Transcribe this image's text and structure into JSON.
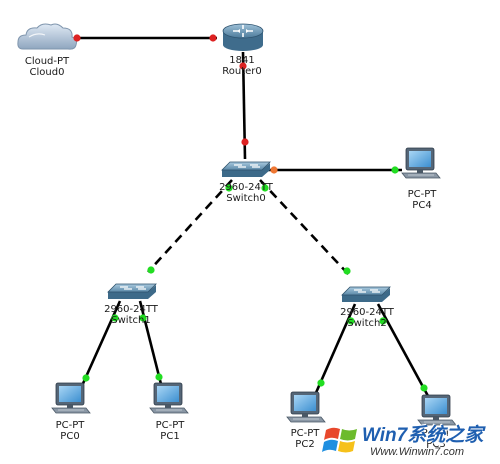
{
  "devices": {
    "cloud0": {
      "type_label": "Cloud-PT",
      "name": "Cloud0",
      "icon": "cloud-icon"
    },
    "router0": {
      "type_label": "1841",
      "name": "Router0",
      "icon": "router-icon"
    },
    "switch0": {
      "type_label": "2960-24TT",
      "name": "Switch0",
      "icon": "switch-icon"
    },
    "switch1": {
      "type_label": "2960-24TT",
      "name": "Switch1",
      "icon": "switch-icon"
    },
    "switch2": {
      "type_label": "2960-24TT",
      "name": "Switch2",
      "icon": "switch-icon"
    },
    "pc4": {
      "type_label": "PC-PT",
      "name": "PC4",
      "icon": "pc-icon"
    },
    "pc0": {
      "type_label": "PC-PT",
      "name": "PC0",
      "icon": "pc-icon"
    },
    "pc1": {
      "type_label": "PC-PT",
      "name": "PC1",
      "icon": "pc-icon"
    },
    "pc2": {
      "type_label": "PC-PT",
      "name": "PC2",
      "icon": "pc-icon"
    },
    "pc3": {
      "type_label": "PC-PT",
      "name": "PC3",
      "icon": "pc-icon"
    }
  },
  "links": [
    {
      "from": "cloud0",
      "to": "router0",
      "style": "solid",
      "from_status": "down",
      "to_status": "down"
    },
    {
      "from": "router0",
      "to": "switch0",
      "style": "solid",
      "from_status": "down",
      "to_status": "down"
    },
    {
      "from": "switch0",
      "to": "pc4",
      "style": "solid",
      "from_status": "pending",
      "to_status": "up"
    },
    {
      "from": "switch0",
      "to": "switch1",
      "style": "dashed",
      "from_status": "up",
      "to_status": "up"
    },
    {
      "from": "switch0",
      "to": "switch2",
      "style": "dashed",
      "from_status": "up",
      "to_status": "up"
    },
    {
      "from": "switch1",
      "to": "pc0",
      "style": "solid",
      "from_status": "up",
      "to_status": "up"
    },
    {
      "from": "switch1",
      "to": "pc1",
      "style": "solid",
      "from_status": "up",
      "to_status": "up"
    },
    {
      "from": "switch2",
      "to": "pc2",
      "style": "solid",
      "from_status": "up",
      "to_status": "up"
    },
    {
      "from": "switch2",
      "to": "pc3",
      "style": "solid",
      "from_status": "up",
      "to_status": "up"
    }
  ],
  "status_colors": {
    "up": "#22dd22",
    "down": "#dd2222",
    "pending": "#ee7733"
  },
  "watermark": {
    "brand": "Win7系统之家",
    "url": "Www.Winwin7.com",
    "icon": "windows-logo-icon"
  }
}
